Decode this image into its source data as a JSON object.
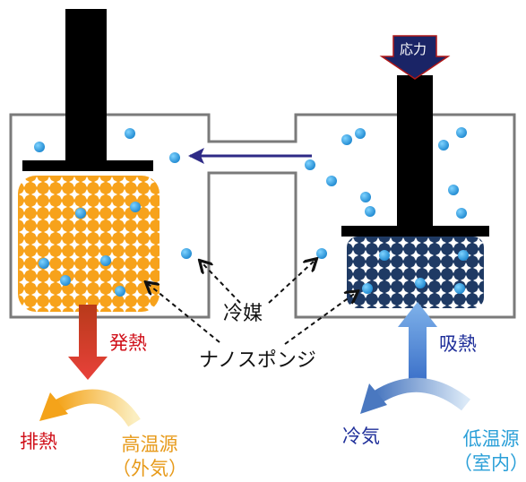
{
  "labels": {
    "stress": "応力",
    "refrigerant": "冷媒",
    "nano_sponge": "ナノスポンジ",
    "heat_release": "発熱",
    "heat_absorb": "吸熱",
    "exhaust_heat": "排熱",
    "hot_source": "高温源",
    "hot_source_sub": "（外気）",
    "cold_air": "冷気",
    "cold_source": "低温源",
    "cold_source_sub": "（室内）"
  },
  "colors": {
    "hot_sponge": "#f7a21b",
    "cold_sponge": "#1f3a64",
    "ball": "#1e9ee0",
    "red_text": "#d0101a",
    "orange_text": "#e79a1a",
    "blue_text": "#1f2f9a",
    "light_blue_text": "#2a9fd8",
    "flow_arrow": "#2e2a86"
  }
}
